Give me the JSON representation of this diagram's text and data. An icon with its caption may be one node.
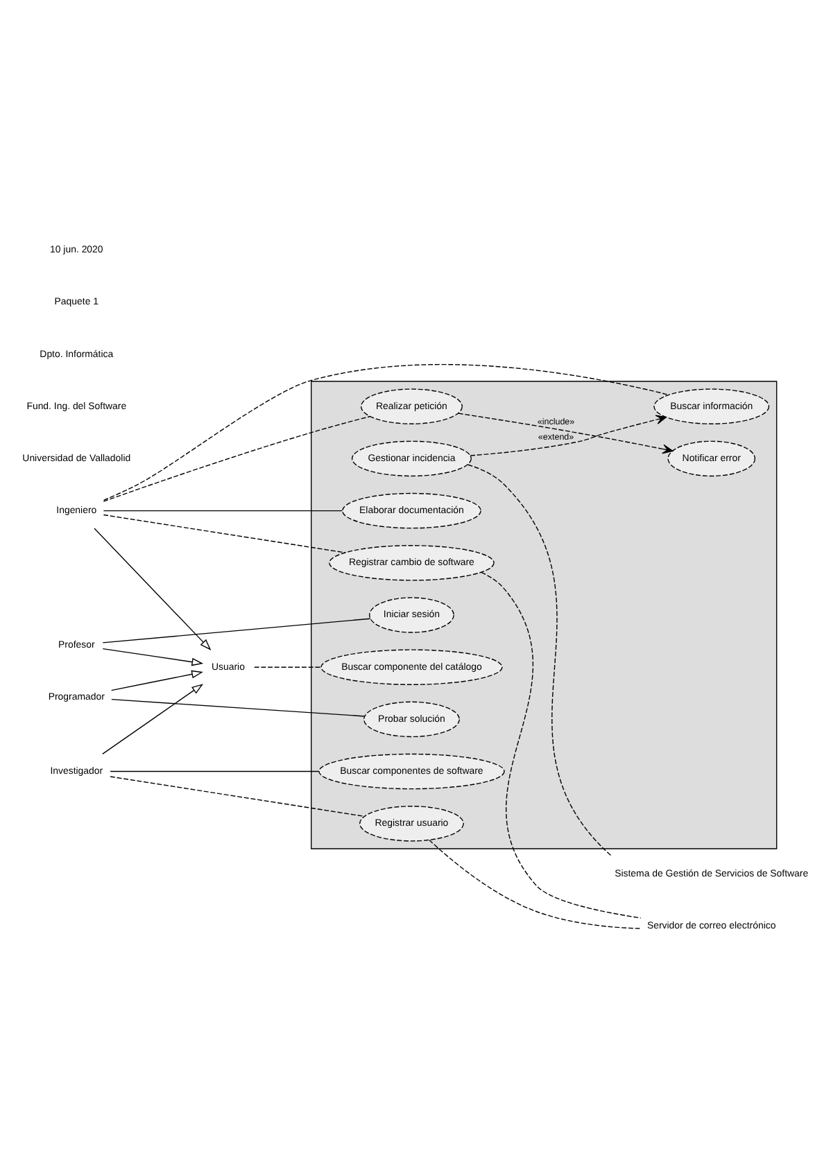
{
  "diagram": {
    "nodes": [
      {
        "text": [],
        "shape": "box"
      },
      {
        "text": [
          "Iniciar sesión"
        ],
        "in": 0
      },
      {
        "text": [
          "Registrar usuario"
        ],
        "in": 0
      },
      {
        "text": [
          "Buscar componentes de software"
        ],
        "in": 0
      },
      {
        "text": [
          "Buscar información"
        ],
        "in": 0
      },
      {
        "text": [
          "Gestionar incidencia"
        ],
        "in": 0
      },
      {
        "text": [
          "Elaborar documentación"
        ],
        "in": 0
      },
      {
        "text": [
          "Registrar cambio de software"
        ],
        "in": 0
      },
      {
        "text": [
          "Realizar petición"
        ],
        "in": 0
      },
      {
        "text": [
          "Notificar error"
        ],
        "in": 0
      },
      {
        "text": [
          "Buscar componente del catálogo"
        ],
        "in": 0
      },
      {
        "text": [
          "Probar solución"
        ],
        "in": 0
      },
      {
        "text": [
          "Profesor"
        ]
      },
      {
        "text": [
          "Investigador"
        ]
      },
      {
        "text": [
          "Ingeniero"
        ]
      },
      {
        "text": [
          "Usuario"
        ]
      },
      {
        "text": [
          "Programador"
        ]
      },
      {
        "text": [
          "Sistema de Gestión de Servicios de Software"
        ]
      },
      {
        "text": [
          "Servidor de correo electrónico"
        ]
      }
    ],
    "edges": [
      {
        "from": 12,
        "to": 1,
        "arrow": "none"
      },
      {
        "from": 13,
        "to": 2,
        "arrow": "none",
        "style": "dashed"
      },
      {
        "from": 13,
        "to": 3,
        "arrow": "none"
      },
      {
        "from": 2,
        "to": 18,
        "arrow": "none",
        "style": "dashed"
      },
      {
        "from": 14,
        "to": 4,
        "arrow": "none",
        "style": "dashed"
      },
      {
        "from": 5,
        "to": 4,
        "arrow": "to",
        "style": "dashed",
        "label": "«extend»"
      },
      {
        "from": 5,
        "to": 17,
        "arrow": "none",
        "style": "dashed"
      },
      {
        "from": 14,
        "to": 6,
        "arrow": "none"
      },
      {
        "from": 14,
        "to": 7,
        "arrow": "none",
        "style": "dashed"
      },
      {
        "from": 14,
        "to": 8,
        "arrow": "none",
        "style": "dashed"
      },
      {
        "from": 7,
        "to": 18,
        "arrow": "none",
        "style": "dashed"
      },
      {
        "from": 8,
        "to": 9,
        "arrow": "to",
        "style": "dashed",
        "label": "«include»"
      },
      {
        "from": 15,
        "to": 10,
        "arrow": "none",
        "style": "dashed"
      },
      {
        "from": 16,
        "to": 11,
        "arrow": "none"
      },
      {
        "from": 12,
        "to": 15,
        "arrow": "to"
      },
      {
        "from": 13,
        "to": 15,
        "arrow": "to"
      },
      {
        "from": 14,
        "to": 15,
        "arrow": "to"
      },
      {
        "from": 16,
        "to": 15,
        "arrow": "to"
      }
    ],
    "labels": [
      "Universidad de Valladolid",
      "Fund. Ing. del Software",
      "Dpto. Informática",
      "Paquete 1",
      "10 jun. 2020"
    ]
  }
}
